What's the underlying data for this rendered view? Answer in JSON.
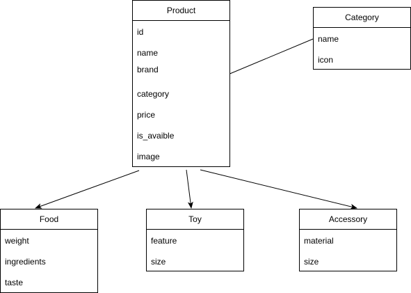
{
  "entities": {
    "product": {
      "title": "Product",
      "fields": [
        "id",
        "name",
        "brand",
        "category",
        "price",
        "is_avaible",
        "image"
      ]
    },
    "category": {
      "title": "Category",
      "fields": [
        "name",
        "icon"
      ]
    },
    "food": {
      "title": "Food",
      "fields": [
        "weight",
        "ingredients",
        "taste"
      ]
    },
    "toy": {
      "title": "Toy",
      "fields": [
        "feature",
        "size"
      ]
    },
    "accessory": {
      "title": "Accessory",
      "fields": [
        "material",
        "size"
      ]
    }
  },
  "relations": [
    {
      "from": "category",
      "to": "product",
      "arrow": true
    },
    {
      "from": "product",
      "to": "food",
      "arrow": true
    },
    {
      "from": "product",
      "to": "toy",
      "arrow": true
    },
    {
      "from": "product",
      "to": "accessory",
      "arrow": true
    }
  ]
}
